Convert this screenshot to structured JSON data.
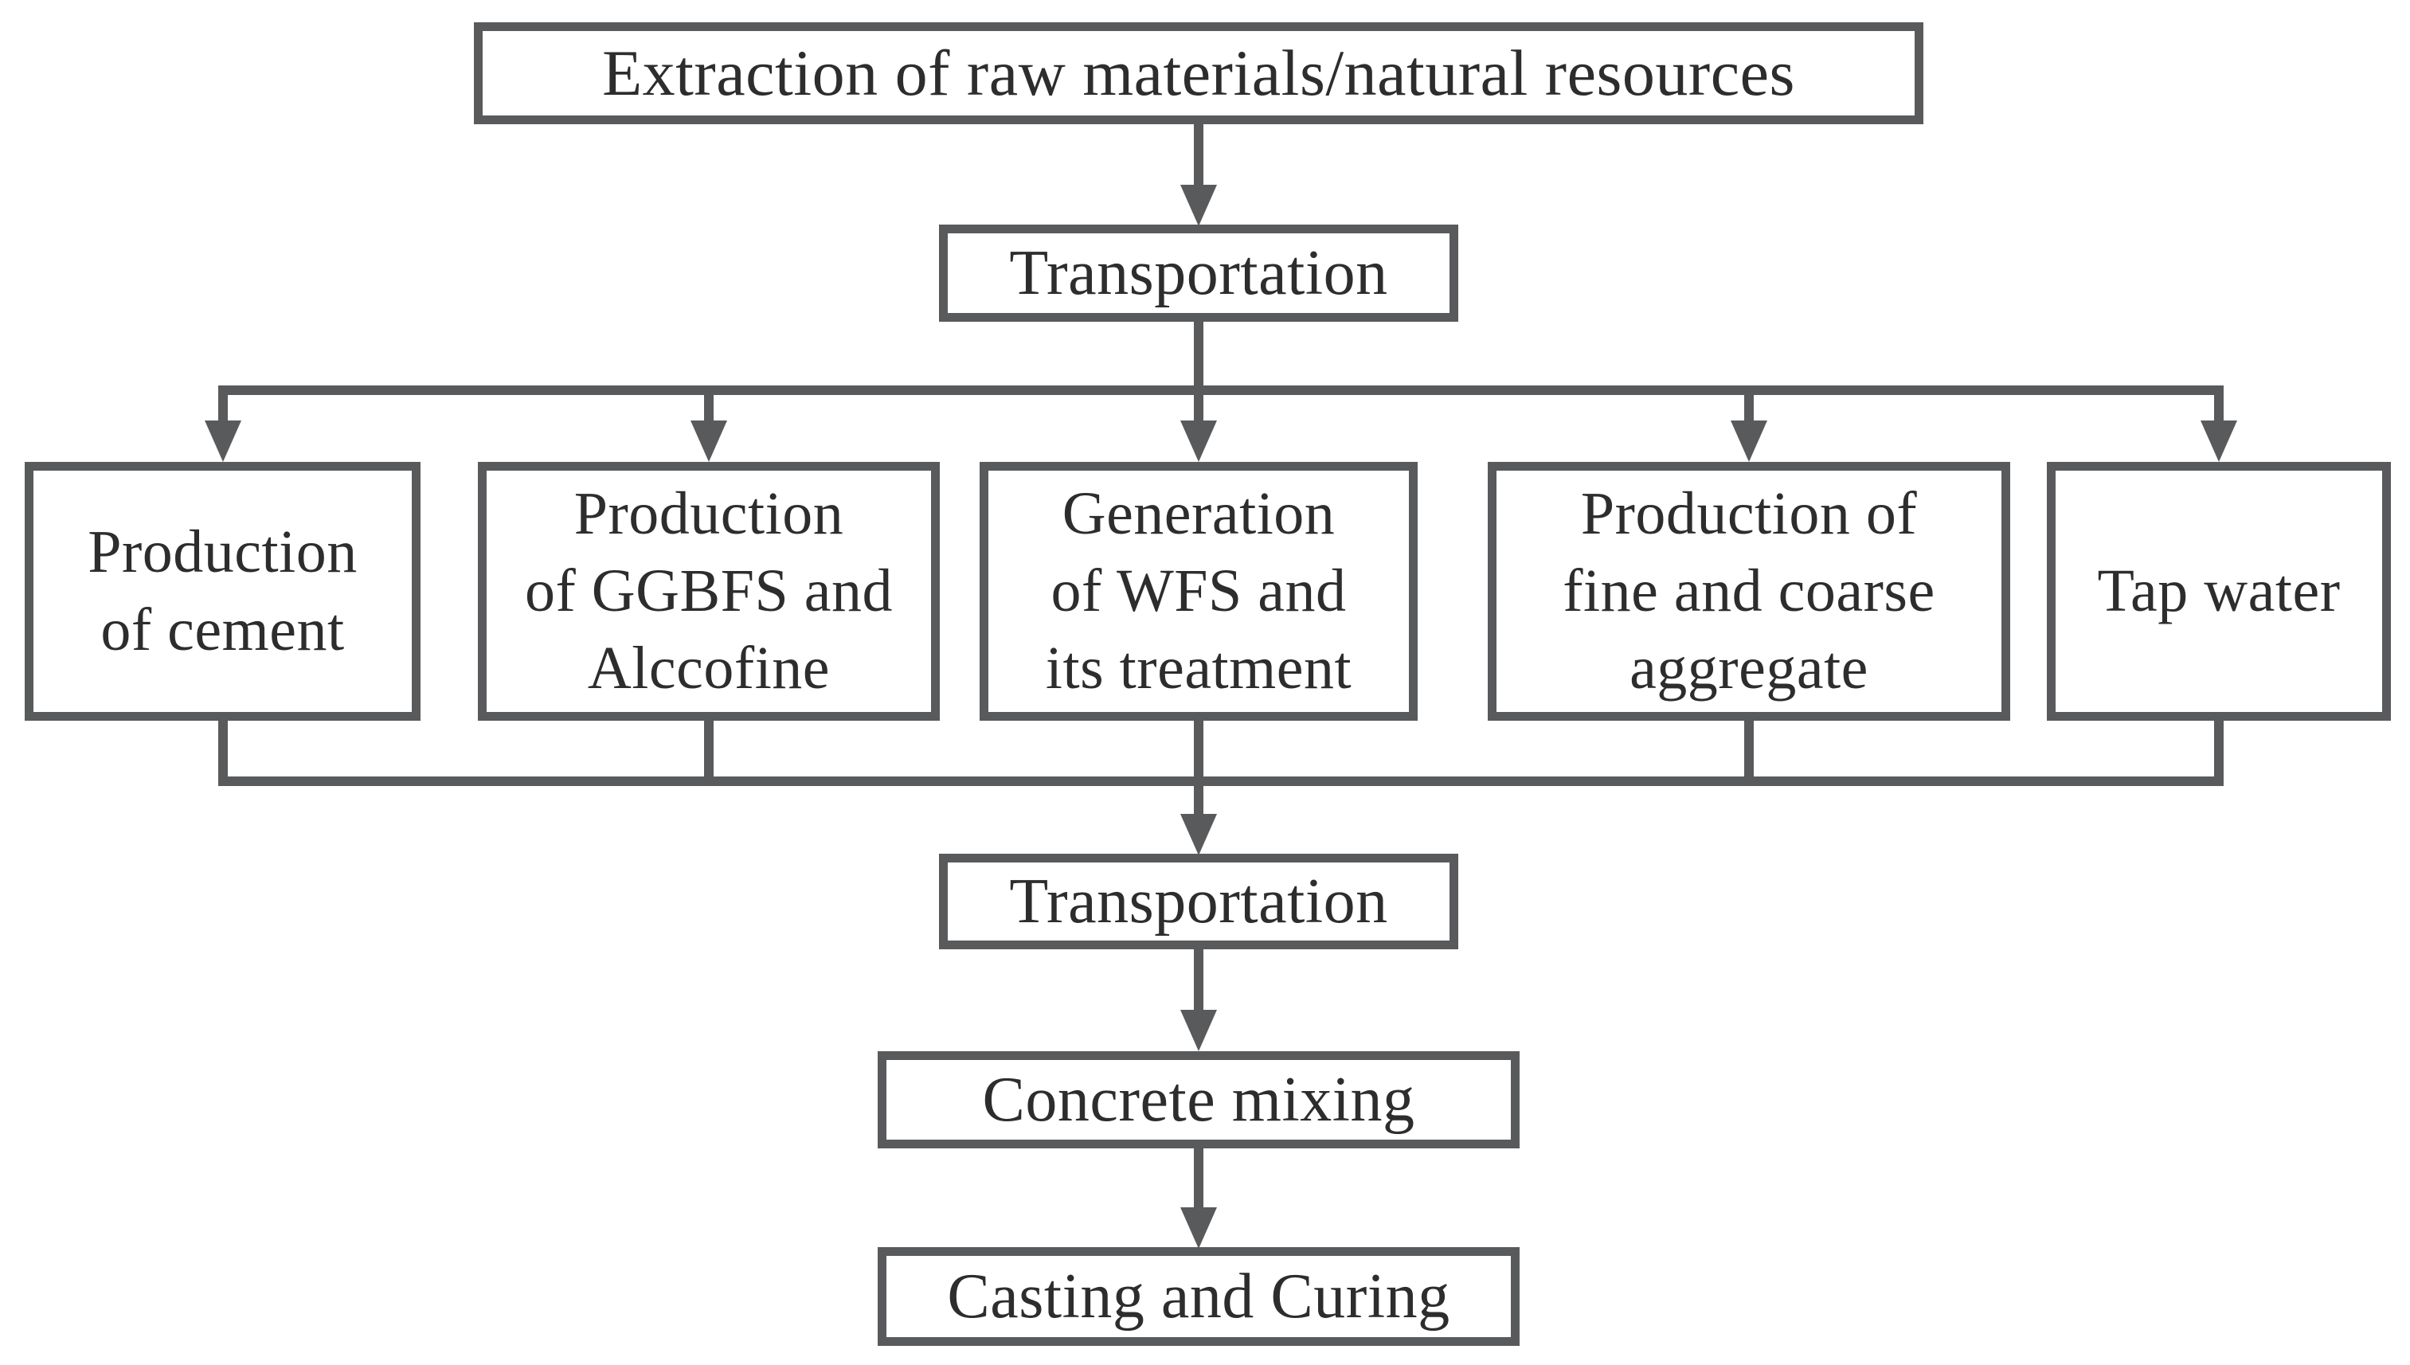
{
  "figure": {
    "type": "flowchart",
    "description": "Concrete production life-cycle flowchart"
  },
  "colors": {
    "line": "#595a5c",
    "text": "#2d2d2d",
    "box_fill": "#ffffff",
    "background": "#ffffff"
  },
  "nodes": {
    "extraction": {
      "label": "Extraction of raw materials/natural resources"
    },
    "transportation_top": {
      "label": "Transportation"
    },
    "production_cement": {
      "label": "Production\nof cement"
    },
    "production_ggbfs": {
      "label": "Production\nof GGBFS and\nAlccofine"
    },
    "generation_wfs": {
      "label": "Generation\nof WFS and\nits treatment"
    },
    "production_aggregate": {
      "label": "Production of\nfine and coarse\naggregate"
    },
    "tap_water": {
      "label": "Tap water"
    },
    "transportation_bottom": {
      "label": "Transportation"
    },
    "concrete_mixing": {
      "label": "Concrete mixing"
    },
    "casting_curing": {
      "label": "Casting and Curing"
    }
  },
  "edges": [
    {
      "from": "extraction",
      "to": "transportation_top"
    },
    {
      "from": "transportation_top",
      "to": "production_cement"
    },
    {
      "from": "transportation_top",
      "to": "production_ggbfs"
    },
    {
      "from": "transportation_top",
      "to": "generation_wfs"
    },
    {
      "from": "transportation_top",
      "to": "production_aggregate"
    },
    {
      "from": "transportation_top",
      "to": "tap_water"
    },
    {
      "from": "production_cement",
      "to": "transportation_bottom"
    },
    {
      "from": "production_ggbfs",
      "to": "transportation_bottom"
    },
    {
      "from": "generation_wfs",
      "to": "transportation_bottom"
    },
    {
      "from": "production_aggregate",
      "to": "transportation_bottom"
    },
    {
      "from": "tap_water",
      "to": "transportation_bottom"
    },
    {
      "from": "transportation_bottom",
      "to": "concrete_mixing"
    },
    {
      "from": "concrete_mixing",
      "to": "casting_curing"
    }
  ]
}
